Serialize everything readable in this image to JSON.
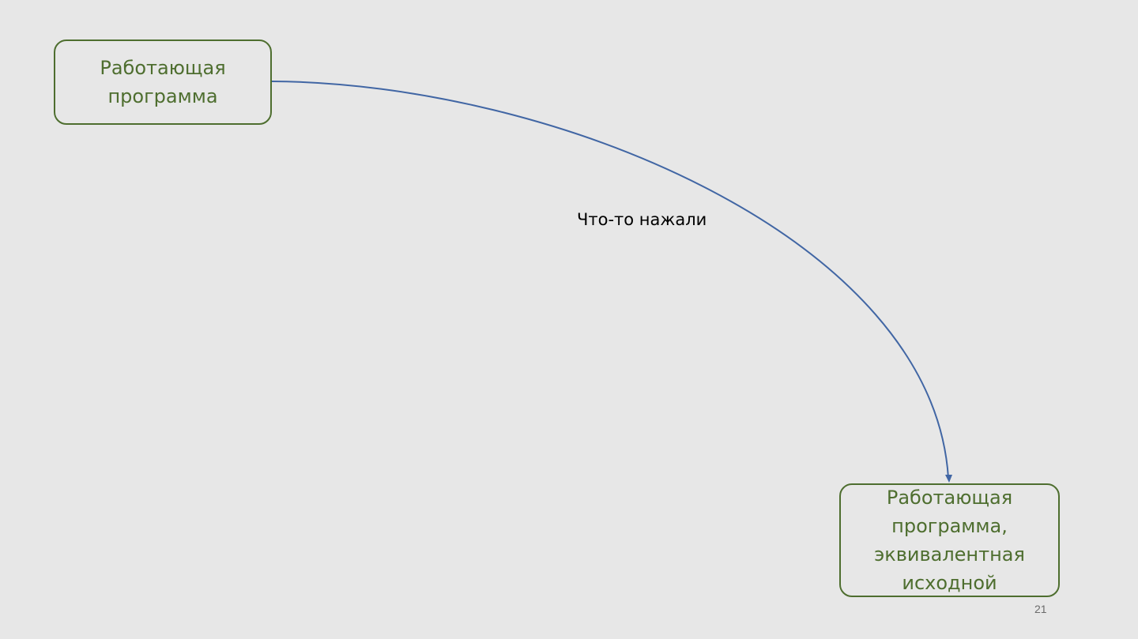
{
  "diagram": {
    "nodes": [
      {
        "id": "start",
        "lines": [
          "Работающая",
          "программа"
        ]
      },
      {
        "id": "end",
        "lines": [
          "Работающая",
          "программа,",
          "эквивалентная",
          "исходной"
        ]
      }
    ],
    "edge": {
      "from": "start",
      "to": "end",
      "label": "Что-то нажали",
      "color": "#4166a4"
    },
    "node_color": "#4e6e2f"
  },
  "slide": {
    "page_number": "21",
    "background": "#e7e7e7"
  }
}
